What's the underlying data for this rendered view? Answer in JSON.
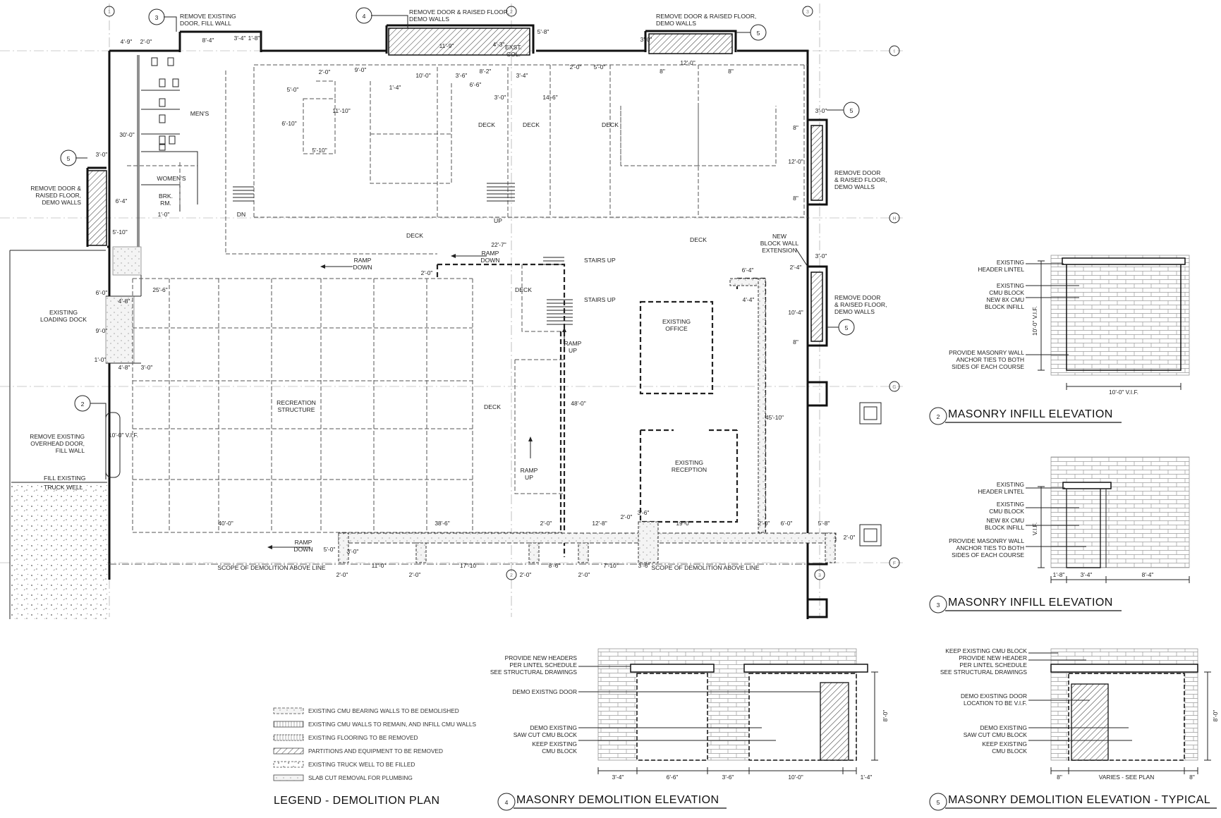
{
  "plan": {
    "rooms": {
      "mens": "MEN'S",
      "womens": "WOMEN'S",
      "brk_rm": [
        "BRK.",
        "RM."
      ],
      "dn": "DN",
      "up": "UP",
      "deck": "DECK",
      "recreation": [
        "RECREATION",
        "STRUCTURE"
      ],
      "office": [
        "EXISTING",
        "OFFICE"
      ],
      "reception": [
        "EXISTING",
        "RECEPTION"
      ],
      "loading": [
        "EXISTING",
        "LOADING DOCK"
      ],
      "stairs_up": "STAIRS UP",
      "ramp_down": [
        "RAMP",
        "DOWN"
      ],
      "ramp_up": [
        "RAMP",
        "UP"
      ],
      "exst_col": [
        "EXST.",
        "COL."
      ]
    },
    "callouts": {
      "c3": [
        "REMOVE EXISTING",
        "DOOR, FILL WALL"
      ],
      "c4": [
        "REMOVE DOOR & RAISED FLOOR,",
        "DEMO WALLS"
      ],
      "c5_top": [
        "REMOVE DOOR & RAISED FLOOR,",
        "DEMO WALLS"
      ],
      "c5_left": [
        "REMOVE DOOR &",
        "RAISED FLOOR,",
        "DEMO WALLS"
      ],
      "c5_right1": [
        "REMOVE DOOR",
        "& RAISED FLOOR,",
        "DEMO WALLS"
      ],
      "c5_right2": [
        "REMOVE DOOR",
        "& RAISED FLOOR,",
        "DEMO WALLS"
      ],
      "c2": [
        "REMOVE EXISTING",
        "OVERHEAD DOOR,",
        "FILL WALL"
      ],
      "new_block": [
        "NEW",
        "BLOCK WALL",
        "EXTENSION"
      ],
      "truck": [
        "FILL EXISTING",
        "TRUCK WELL"
      ]
    },
    "scope": "SCOPE OF DEMOLITION ABOVE LINE",
    "tags": {
      "t2": "2",
      "t3": "3",
      "t4": "4",
      "t5": "5"
    },
    "grid": {
      "c1": "1",
      "c2": "2",
      "c3": "3",
      "rI": "I",
      "rH": "H",
      "rG": "G",
      "rF": "F"
    },
    "dims": {
      "d_4_9": "4'-9\"",
      "d_2_0": "2'-0\"",
      "d_8_4": "8'-4\"",
      "d_3_4": "3'-4\"",
      "d_1_8": "1'-8\"",
      "d_9_0": "9'-0\"",
      "d_11_9": "11'-9\"",
      "d_4_3": "4'-3\"",
      "d_5_8": "5'-8\"",
      "d_10_0": "10'-0\"",
      "d_3_6": "3'-6\"",
      "d_6_6": "6'-6\"",
      "d_8_2": "8'-2\"",
      "d_1_4": "1'-4\"",
      "d_5_0": "5'-0\"",
      "d_3_0": "3'-0\"",
      "d_14_6": "14'-6\"",
      "d_8": "8\"",
      "d_12_0": "12'-0\"",
      "d_30_0": "30'-0\"",
      "d_6_10": "6'-10\"",
      "d_11_10": "11'-10\"",
      "d_5_10": "5'-10\"",
      "d_1_0": "1'-0\"",
      "d_6_4": "6'-4\"",
      "d_4_8": "4'-8\"",
      "d_6_0": "6'-0\"",
      "d_25_6": "25'-6\"",
      "d_22_7": "22'-7\"",
      "d_4_4": "4'-4\"",
      "d_10_4": "10'-4\"",
      "d_2_4": "2'-4\"",
      "d_48_0": "48'-0\"",
      "d_45_10": "45'-10\"",
      "d_40_0": "40'-0\"",
      "d_38_6": "38'-6\"",
      "d_12_8": "12'-8\"",
      "d_19_0": "19'-0\"",
      "d_11_0": "11'-0\"",
      "d_17_10": "17'-10\"",
      "d_8_6": "8'-6\"",
      "d_7_10": "7'-10\"",
      "d_10_vif": "10'-0\" V.I.F.",
      "d_5_10b": "5'-10\""
    }
  },
  "elev2": {
    "tag": "2",
    "title": "MASONRY INFILL ELEVATION",
    "labels": {
      "header": [
        "EXISTING",
        "HEADER LINTEL"
      ],
      "cmu": [
        "EXISTING",
        "CMU BLOCK",
        "NEW 8X CMU",
        "BLOCK INFILL"
      ],
      "ties": [
        "PROVIDE MASONRY WALL",
        "ANCHOR TIES TO BOTH",
        "SIDES OF EACH COURSE"
      ]
    },
    "dim_h": "10'-0\" V.I.F.",
    "dim_v": "10'-0\" V.I.F."
  },
  "elev3": {
    "tag": "3",
    "title": "MASONRY INFILL ELEVATION",
    "labels": {
      "header": [
        "EXISTING",
        "HEADER LINTEL"
      ],
      "cmu": [
        "EXISTING",
        "CMU BLOCK",
        "NEW 8X CMU",
        "BLOCK INFILL"
      ],
      "ties": [
        "PROVIDE MASONRY WALL",
        "ANCHOR TIES TO BOTH",
        "SIDES OF EACH COURSE"
      ]
    },
    "dims": [
      "1'-8\"",
      "3'-4\"",
      "8'-4\""
    ],
    "dim_v": "V.I.F."
  },
  "elev4": {
    "tag": "4",
    "title": "MASONRY DEMOLITION ELEVATION",
    "labels": {
      "headers": [
        "PROVIDE NEW HEADERS",
        "PER LINTEL SCHEDULE",
        "SEE STRUCTURAL DRAWINGS"
      ],
      "door": "DEMO EXISTNG DOOR",
      "saw": [
        "DEMO EXISTING",
        "SAW CUT CMU BLOCK",
        "KEEP EXISTING",
        "CMU BLOCK"
      ]
    },
    "dims": [
      "3'-4\"",
      "6'-6\"",
      "3'-6\"",
      "10'-0\"",
      "1'-4\""
    ],
    "dim_v": "8'-0\""
  },
  "elev5": {
    "tag": "5",
    "title": "MASONRY DEMOLITION ELEVATION - TYPICAL",
    "labels": {
      "keep": [
        "KEEP EXISTING CMU BLOCK",
        "PROVIDE NEW HEADER",
        "PER LINTEL SCHEDULE",
        "SEE STRUCTURAL DRAWINGS"
      ],
      "door": [
        "DEMO EXISTING DOOR",
        "LOCATION TO BE V.I.F."
      ],
      "saw": [
        "DEMO EXISTING",
        "SAW CUT CMU BLOCK",
        "KEEP EXISTING",
        "CMU BLOCK"
      ]
    },
    "dims": [
      "8\"",
      "VARIES - SEE PLAN",
      "8\""
    ],
    "dim_v": "8'-0\""
  },
  "legend": {
    "title": "LEGEND - DEMOLITION PLAN",
    "items": [
      "EXISTING CMU BEARING WALLS TO BE DEMOLISHED",
      "EXISTING CMU WALLS TO REMAIN, AND INFILL CMU WALLS",
      "EXISTING FLOORING TO BE REMOVED",
      "PARTITIONS AND EQUIPMENT TO BE REMOVED",
      "EXISTING TRUCK WELL TO BE FILLED",
      "SLAB CUT REMOVAL FOR PLUMBING"
    ]
  }
}
